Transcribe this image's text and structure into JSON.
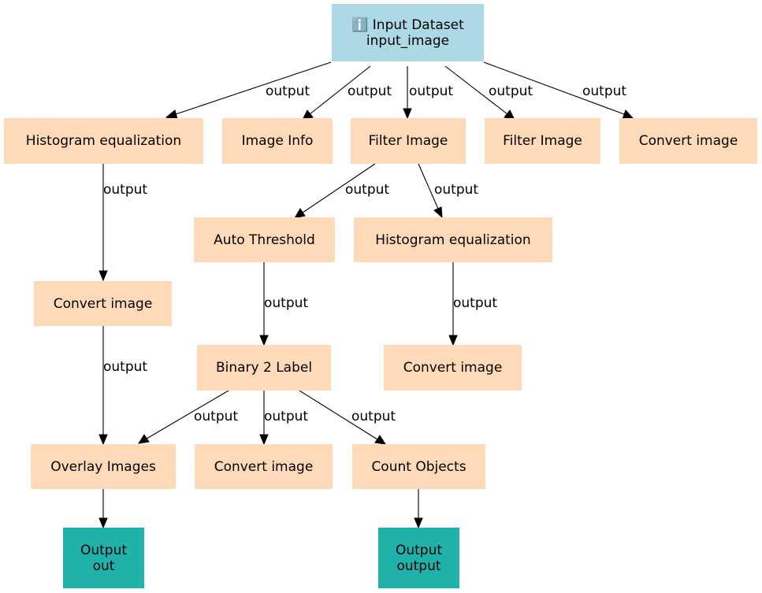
{
  "input": {
    "icon": "ℹ️",
    "icon_name": "info-icon",
    "title": "Input Dataset",
    "name": "input_image"
  },
  "tools": {
    "histogram_equalization_1": "Histogram equalization",
    "image_info": "Image Info",
    "filter_image_1": "Filter Image",
    "filter_image_2": "Filter Image",
    "convert_image_1": "Convert image",
    "auto_threshold": "Auto Threshold",
    "histogram_equalization_2": "Histogram equalization",
    "convert_image_2": "Convert image",
    "binary_2_label": "Binary 2 Label",
    "convert_image_3": "Convert image",
    "overlay_images": "Overlay Images",
    "convert_image_4": "Convert image",
    "count_objects": "Count Objects"
  },
  "outputs": {
    "out": {
      "title": "Output",
      "name": "out"
    },
    "output": {
      "title": "Output",
      "name": "output"
    }
  },
  "edge_label": "output",
  "colors": {
    "input": "#add8e6",
    "tool": "#ffdab9",
    "output": "#20b2aa",
    "edge": "#000000"
  }
}
